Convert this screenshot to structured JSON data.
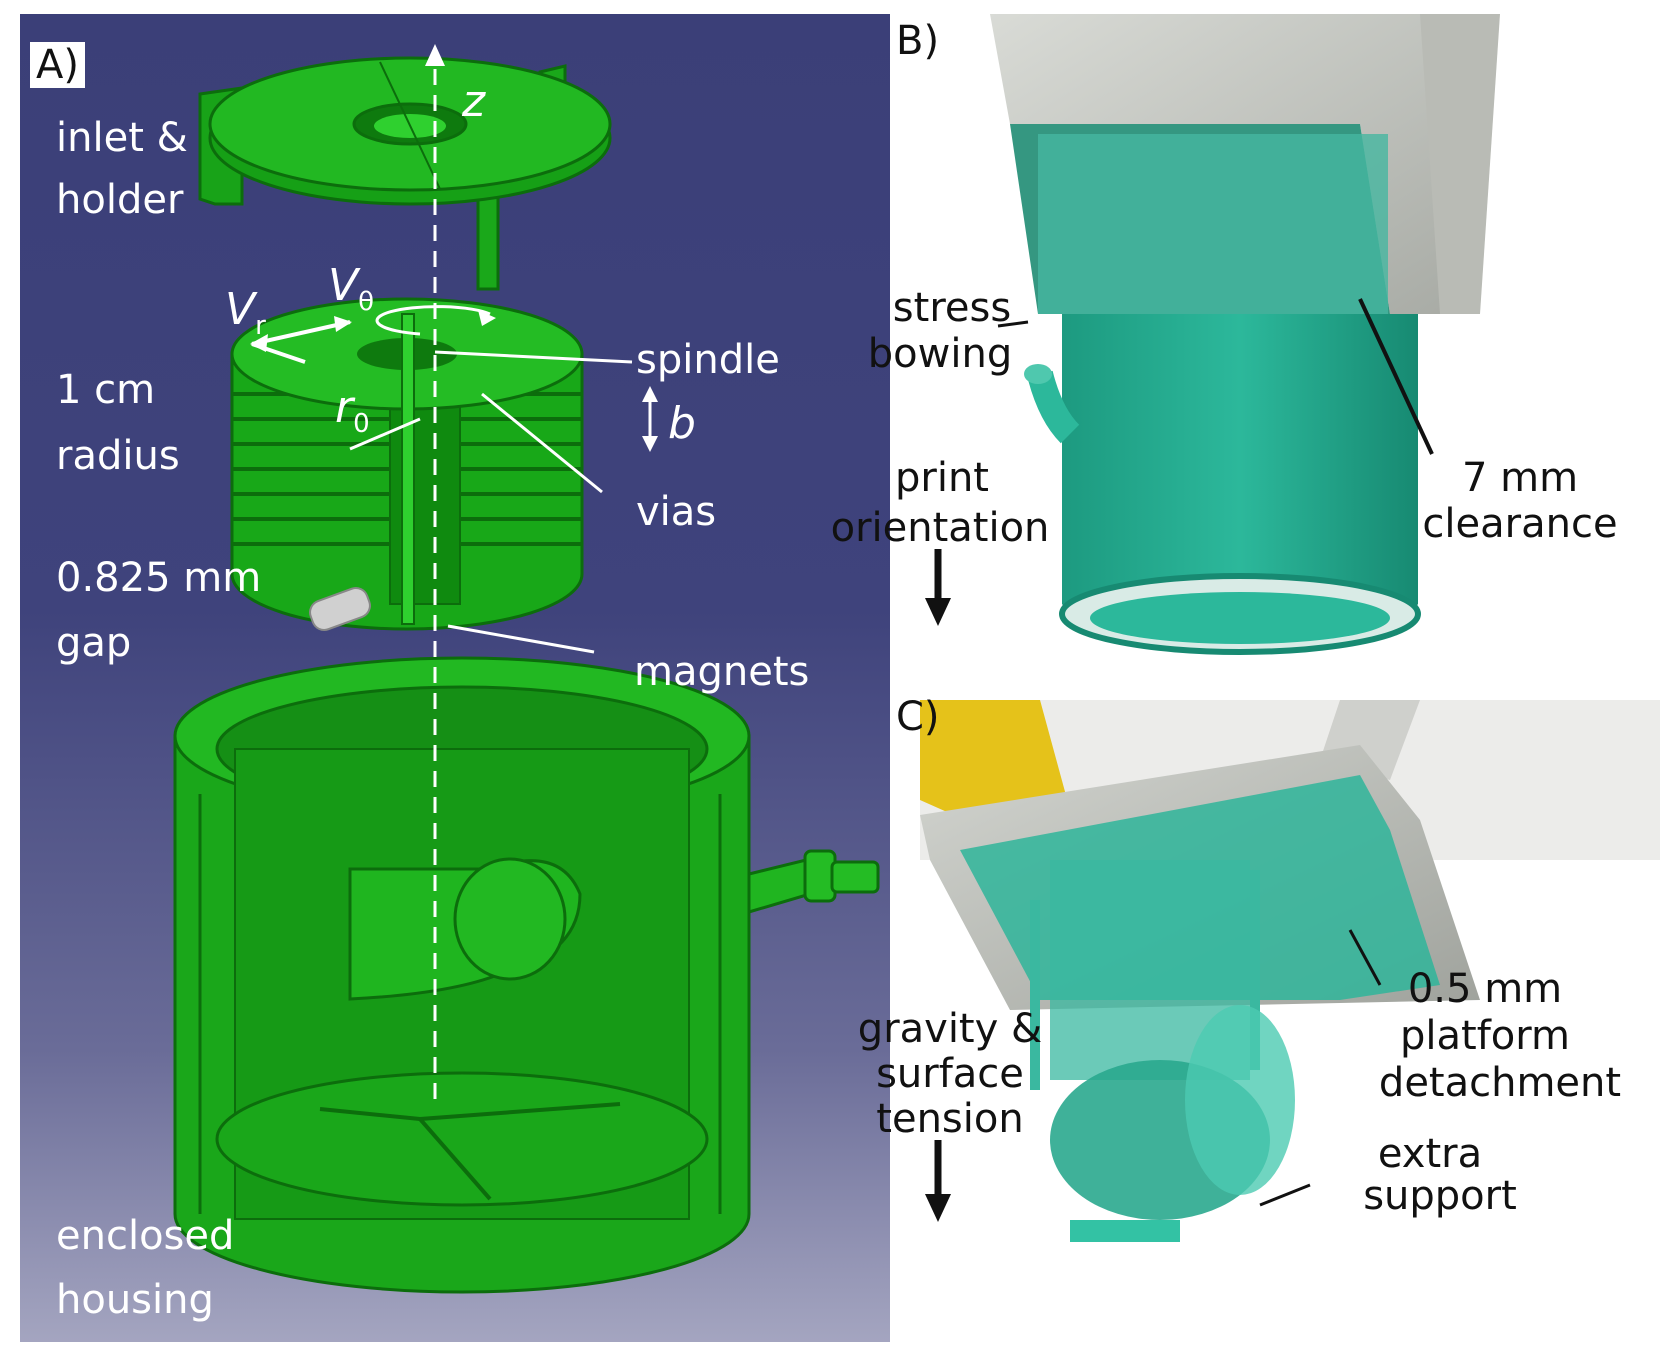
{
  "panel_a": {
    "letter": "A)",
    "axis_symbol": "z",
    "vr_symbol": "V",
    "vr_sub": "r",
    "vtheta_symbol": "V",
    "vtheta_sub": "θ",
    "r0_symbol": "r",
    "r0_sub": "0",
    "b_symbol": "b",
    "labels": {
      "inlet_line1": "inlet &",
      "inlet_line2": "holder",
      "radius_line1": "1 cm",
      "radius_line2": "radius",
      "gap_line1": "0.825 mm",
      "gap_line2": "gap",
      "housing_line1": "enclosed",
      "housing_line2": "housing",
      "spindle": "spindle",
      "vias": "vias",
      "magnets": "magnets"
    }
  },
  "panel_b": {
    "letter": "B)",
    "labels": {
      "stress_line1": "stress",
      "stress_line2": "bowing",
      "print_line1": "print",
      "print_line2": "orientation",
      "clearance_line1": "7 mm",
      "clearance_line2": "clearance"
    }
  },
  "panel_c": {
    "letter": "C)",
    "labels": {
      "gravity_line1": "gravity &",
      "gravity_line2": "surface",
      "gravity_line3": "tension",
      "platform_line1": "0.5 mm",
      "platform_line2": "platform",
      "platform_line3": "detachment",
      "support_line1": "extra",
      "support_line2": "support"
    }
  },
  "colors": {
    "cad_green": "#1fb31f",
    "cad_dark": "#0c6d0c",
    "resin_teal": "#22a88e",
    "metal": "#c9cbc6",
    "background_top": "#3b3f78"
  }
}
